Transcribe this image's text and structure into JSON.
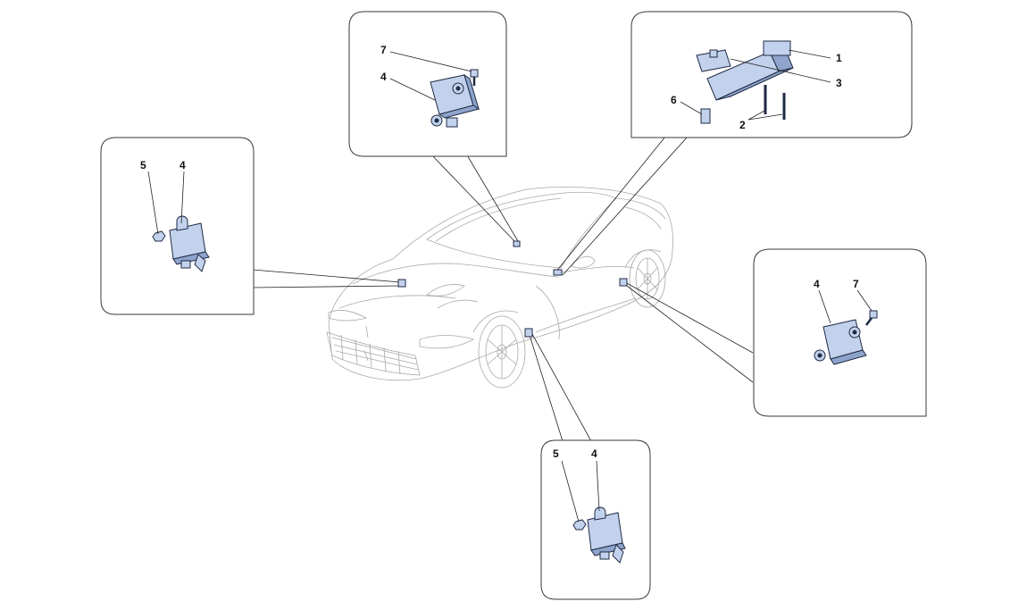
{
  "diagram": {
    "callouts": {
      "top_center_box": [
        "7",
        "4"
      ],
      "top_right_box": [
        "1",
        "3",
        "6",
        "2"
      ],
      "left_box": [
        "5",
        "4"
      ],
      "right_box": [
        "4",
        "7"
      ],
      "bottom_box": [
        "5",
        "4"
      ]
    },
    "colors": {
      "part_fill": "#c3d2ec",
      "part_stroke": "#1f2a44",
      "car_line": "#a9a9a9",
      "box_stroke": "#3a3a3a"
    }
  }
}
